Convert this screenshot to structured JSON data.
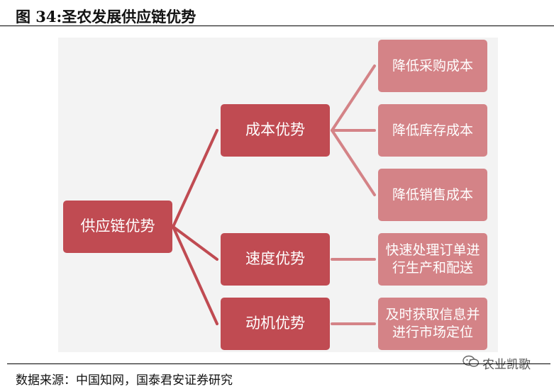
{
  "title": "图 34:圣农发展供应链优势",
  "nodes": {
    "root": "供应链优势",
    "cost": "成本优势",
    "speed": "速度优势",
    "motive": "动机优势",
    "purchase": "降低采购成本",
    "inventory": "降低库存成本",
    "sales": "降低销售成本",
    "speed_detail": "快速处理订单进行生产和配送",
    "motive_detail": "及时获取信息并进行市场定位"
  },
  "colors": {
    "dark_node": "#c04b52",
    "light_node": "#d48387",
    "connector": "#c04b52"
  },
  "source": "数据来源：中国知网，国泰君安证券研究",
  "watermark": {
    "icon": "wechat-icon",
    "text": "农业凯歌"
  }
}
